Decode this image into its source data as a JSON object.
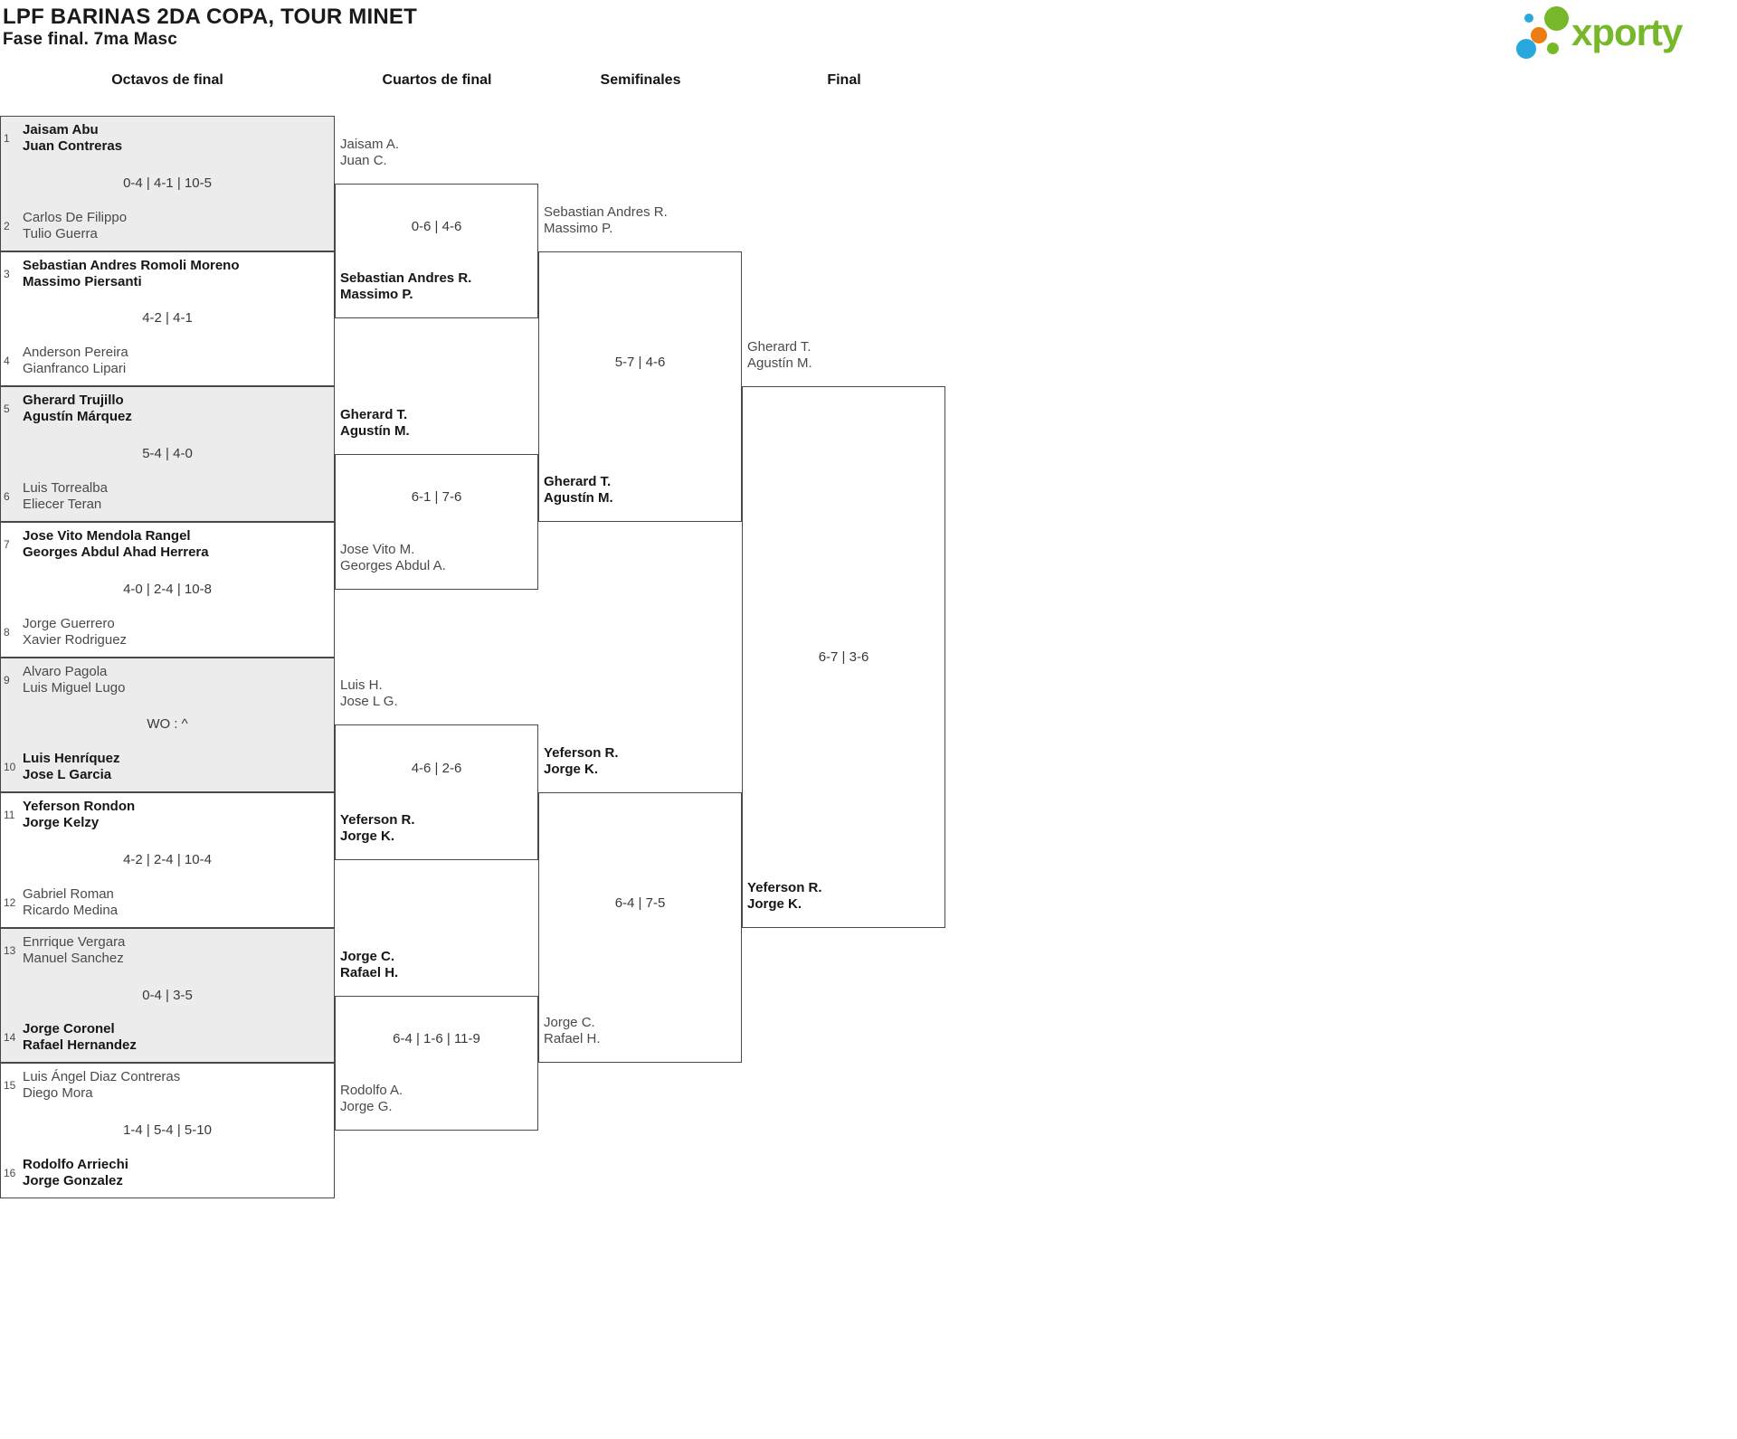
{
  "page": {
    "title": "LPF BARINAS 2DA COPA, TOUR MINET",
    "subtitle": "Fase final. 7ma Masc"
  },
  "logo": {
    "brand": "xporty",
    "green": "#76b82a",
    "blue": "#29a8e0",
    "orange": "#ee7d11"
  },
  "columns": [
    "Octavos de final",
    "Cuartos de final",
    "Semifinales",
    "Final"
  ],
  "rounds": [
    {
      "name": "Octavos de final",
      "matches": [
        {
          "seed_top": "1",
          "top": [
            "Jaisam Abu",
            "Juan Contreras"
          ],
          "top_winner": true,
          "score": "0-4 | 4-1 | 10-5",
          "seed_bottom": "2",
          "bottom": [
            "Carlos De Filippo",
            "Tulio Guerra"
          ],
          "bottom_winner": false
        },
        {
          "seed_top": "3",
          "top": [
            "Sebastian Andres Romoli Moreno",
            "Massimo Piersanti"
          ],
          "top_winner": true,
          "score": "4-2 | 4-1",
          "seed_bottom": "4",
          "bottom": [
            "Anderson Pereira",
            "Gianfranco Lipari"
          ],
          "bottom_winner": false
        },
        {
          "seed_top": "5",
          "top": [
            "Gherard Trujillo",
            "Agustín Márquez"
          ],
          "top_winner": true,
          "score": "5-4 | 4-0",
          "seed_bottom": "6",
          "bottom": [
            "Luis Torrealba",
            "Eliecer Teran"
          ],
          "bottom_winner": false
        },
        {
          "seed_top": "7",
          "top": [
            "Jose Vito Mendola Rangel",
            "Georges Abdul Ahad Herrera"
          ],
          "top_winner": true,
          "score": "4-0 | 2-4 | 10-8",
          "seed_bottom": "8",
          "bottom": [
            "Jorge Guerrero",
            "Xavier Rodriguez"
          ],
          "bottom_winner": false
        },
        {
          "seed_top": "9",
          "top": [
            "Alvaro Pagola",
            "Luis Miguel Lugo"
          ],
          "top_winner": false,
          "score": "WO : ^",
          "seed_bottom": "10",
          "bottom": [
            "Luis Henríquez",
            "Jose L Garcia"
          ],
          "bottom_winner": true
        },
        {
          "seed_top": "11",
          "top": [
            "Yeferson Rondon",
            "Jorge Kelzy"
          ],
          "top_winner": true,
          "score": "4-2 | 2-4 | 10-4",
          "seed_bottom": "12",
          "bottom": [
            "Gabriel Roman",
            "Ricardo Medina"
          ],
          "bottom_winner": false
        },
        {
          "seed_top": "13",
          "top": [
            "Enrrique Vergara",
            "Manuel Sanchez"
          ],
          "top_winner": false,
          "score": "0-4 | 3-5",
          "seed_bottom": "14",
          "bottom": [
            "Jorge Coronel",
            "Rafael Hernandez"
          ],
          "bottom_winner": true
        },
        {
          "seed_top": "15",
          "top": [
            "Luis Ángel Diaz Contreras",
            "Diego Mora"
          ],
          "top_winner": false,
          "score": "1-4 | 5-4 | 5-10",
          "seed_bottom": "16",
          "bottom": [
            "Rodolfo Arriechi",
            "Jorge Gonzalez"
          ],
          "bottom_winner": true
        }
      ]
    },
    {
      "name": "Cuartos de final",
      "matches": [
        {
          "top": [
            "Jaisam A.",
            "Juan C."
          ],
          "top_winner": false,
          "score": "0-6 | 4-6",
          "bottom": [
            "Sebastian Andres R.",
            "Massimo P."
          ],
          "bottom_winner": true
        },
        {
          "top": [
            "Gherard T.",
            "Agustín M."
          ],
          "top_winner": true,
          "score": "6-1 | 7-6",
          "bottom": [
            "Jose Vito M.",
            "Georges Abdul A."
          ],
          "bottom_winner": false
        },
        {
          "top": [
            "Luis H.",
            "Jose L G."
          ],
          "top_winner": false,
          "score": "4-6 | 2-6",
          "bottom": [
            "Yeferson R.",
            "Jorge K."
          ],
          "bottom_winner": true
        },
        {
          "top": [
            "Jorge C.",
            "Rafael H."
          ],
          "top_winner": true,
          "score": "6-4 | 1-6 | 11-9",
          "bottom": [
            "Rodolfo A.",
            "Jorge G."
          ],
          "bottom_winner": false
        }
      ]
    },
    {
      "name": "Semifinales",
      "matches": [
        {
          "top": [
            "Sebastian Andres R.",
            "Massimo P."
          ],
          "top_winner": false,
          "score": "5-7 | 4-6",
          "bottom": [
            "Gherard T.",
            "Agustín M."
          ],
          "bottom_winner": true
        },
        {
          "top": [
            "Yeferson R.",
            "Jorge K."
          ],
          "top_winner": true,
          "score": "6-4 | 7-5",
          "bottom": [
            "Jorge C.",
            "Rafael H."
          ],
          "bottom_winner": false
        }
      ]
    },
    {
      "name": "Final",
      "matches": [
        {
          "top": [
            "Gherard T.",
            "Agustín M."
          ],
          "top_winner": false,
          "score": "6-7 | 3-6",
          "bottom": [
            "Yeferson R.",
            "Jorge K."
          ],
          "bottom_winner": true
        }
      ]
    }
  ]
}
